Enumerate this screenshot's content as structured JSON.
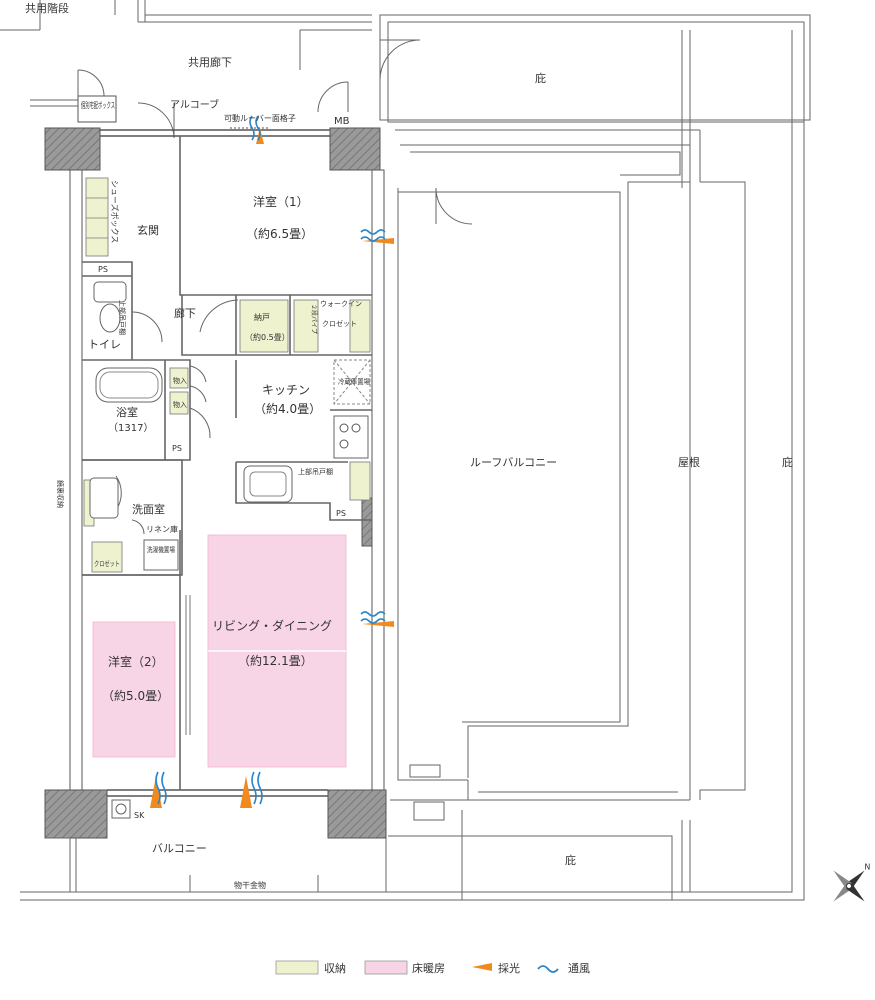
{
  "colors": {
    "storage": "#eef2cf",
    "floor_heating": "#f8d5e6",
    "light": "#f08a1e",
    "wind": "#2a86c8",
    "wall": "#8a8a8a"
  },
  "labels": {
    "stairs": "共用階段",
    "corridor": "共用廊下",
    "eaves_top": "庇",
    "eaves_right": "庇",
    "eaves_bottom": "庇",
    "delivery_box": "個別宅配ボックス",
    "alcove": "アルコーブ",
    "louver": "可動ルーバー面格子",
    "mb": "MB",
    "western1": "洋室（1）",
    "western1_size": "（約6.5畳）",
    "shoebox": "シューズボックス",
    "entrance": "玄関",
    "ps1": "PS",
    "ps2": "PS",
    "ps3": "PS",
    "hallway": "廊下",
    "nando": "納戸",
    "nando_size": "（約0.5畳）",
    "walkin": "ウォークイン",
    "closet": "クロゼット",
    "two_pipe": "２段パイプ",
    "toilet": "トイレ",
    "upper_cabinet": "上部吊戸棚",
    "kitchen": "キッチン",
    "kitchen_size": "（約4.0畳）",
    "fridge": "冷蔵庫置場",
    "storage_in": "物入",
    "bath": "浴室",
    "bath_size": "（1317）",
    "kitchen_upper": "上部吊戸棚",
    "mirror": "鏡裏収納",
    "washroom": "洗面室",
    "linen": "リネン庫",
    "washer": "洗濯機置場",
    "closet2": "クロゼット",
    "living": "リビング・ダイニング",
    "living_size": "（約12.1畳）",
    "western2": "洋室（2）",
    "western2_size": "（約5.0畳）",
    "roof_balcony": "ルーフバルコニー",
    "roof": "屋根",
    "sk": "SK",
    "balcony": "バルコニー",
    "drying": "物干金物"
  },
  "legend": {
    "storage": "収納",
    "floor_heating": "床暖房",
    "light": "採光",
    "wind": "通風"
  },
  "icons": {
    "compass": "north-arrow-icon",
    "light": "light-arrow-icon",
    "wind": "wind-wave-icon"
  }
}
